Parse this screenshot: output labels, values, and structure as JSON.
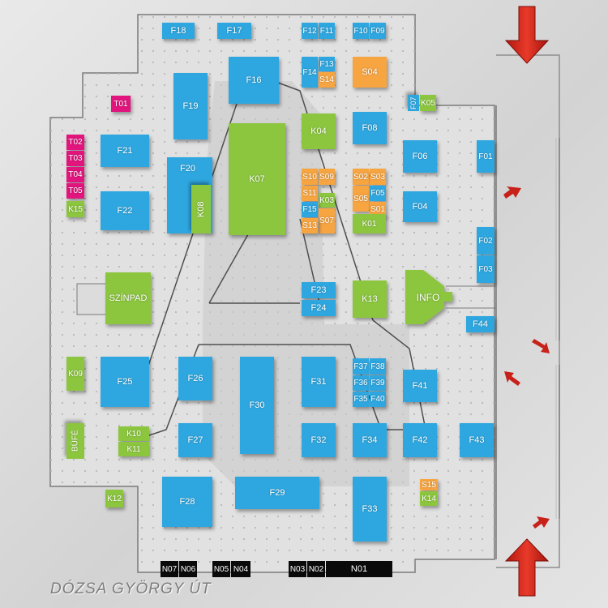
{
  "colors": {
    "stand": "#2ea7e0",
    "green": "#8cc63f",
    "orange": "#f7a541",
    "pink": "#e2147d",
    "black": "#0a0a0a",
    "arrow": "#d9261c"
  },
  "street": "DÓZSA GYÖRGY ÚT",
  "stands": [
    {
      "id": "F18",
      "type": "F",
      "label": "F18"
    },
    {
      "id": "F17",
      "type": "F",
      "label": "F17"
    },
    {
      "id": "F12",
      "type": "F",
      "label": "F12"
    },
    {
      "id": "F11",
      "type": "F",
      "label": "F11"
    },
    {
      "id": "F10",
      "type": "F",
      "label": "F10"
    },
    {
      "id": "F09",
      "type": "F",
      "label": "F09"
    },
    {
      "id": "F16",
      "type": "F",
      "label": "F16"
    },
    {
      "id": "F14",
      "type": "F",
      "label": "F14"
    },
    {
      "id": "F13",
      "type": "F",
      "label": "F13"
    },
    {
      "id": "S14",
      "type": "S",
      "label": "S14"
    },
    {
      "id": "S04",
      "type": "S",
      "label": "S04"
    },
    {
      "id": "T01",
      "type": "T",
      "label": "T01"
    },
    {
      "id": "F19",
      "type": "F",
      "label": "F19"
    },
    {
      "id": "F07",
      "type": "F",
      "label": "F07"
    },
    {
      "id": "K05",
      "type": "K",
      "label": "K05"
    },
    {
      "id": "K04",
      "type": "K",
      "label": "K04"
    },
    {
      "id": "F08",
      "type": "F",
      "label": "F08"
    },
    {
      "id": "T02",
      "type": "T",
      "label": "T02"
    },
    {
      "id": "T03",
      "type": "T",
      "label": "T03"
    },
    {
      "id": "T04",
      "type": "T",
      "label": "T04"
    },
    {
      "id": "T05",
      "type": "T",
      "label": "T05"
    },
    {
      "id": "K15",
      "type": "K",
      "label": "K15"
    },
    {
      "id": "F21",
      "type": "F",
      "label": "F21"
    },
    {
      "id": "F20",
      "type": "F",
      "label": "F20"
    },
    {
      "id": "K08",
      "type": "K",
      "label": "K08"
    },
    {
      "id": "K07",
      "type": "K",
      "label": "K07"
    },
    {
      "id": "S10",
      "type": "S",
      "label": "S10"
    },
    {
      "id": "S09",
      "type": "S",
      "label": "S09"
    },
    {
      "id": "S11",
      "type": "S",
      "label": "S11"
    },
    {
      "id": "K03",
      "type": "K",
      "label": "K03"
    },
    {
      "id": "F15",
      "type": "F",
      "label": "F15"
    },
    {
      "id": "S07",
      "type": "S",
      "label": "S07"
    },
    {
      "id": "S13",
      "type": "S",
      "label": "S13"
    },
    {
      "id": "S02",
      "type": "S",
      "label": "S02"
    },
    {
      "id": "S03",
      "type": "S",
      "label": "S03"
    },
    {
      "id": "S05",
      "type": "S",
      "label": "S05"
    },
    {
      "id": "F05",
      "type": "F",
      "label": "F05"
    },
    {
      "id": "S01",
      "type": "S",
      "label": "S01"
    },
    {
      "id": "K01",
      "type": "K",
      "label": "K01"
    },
    {
      "id": "F06",
      "type": "F",
      "label": "F06"
    },
    {
      "id": "F01",
      "type": "F",
      "label": "F01"
    },
    {
      "id": "F04",
      "type": "F",
      "label": "F04"
    },
    {
      "id": "F22",
      "type": "F",
      "label": "F22"
    },
    {
      "id": "F02",
      "type": "F",
      "label": "F02"
    },
    {
      "id": "F03",
      "type": "F",
      "label": "F03"
    },
    {
      "id": "SZINPAD",
      "type": "K",
      "label": "SZÍNPAD"
    },
    {
      "id": "F23",
      "type": "F",
      "label": "F23"
    },
    {
      "id": "F24",
      "type": "F",
      "label": "F24"
    },
    {
      "id": "K13",
      "type": "K",
      "label": "K13"
    },
    {
      "id": "F44",
      "type": "F",
      "label": "F44"
    },
    {
      "id": "K09",
      "type": "K",
      "label": "K09"
    },
    {
      "id": "F25",
      "type": "F",
      "label": "F25"
    },
    {
      "id": "F26",
      "type": "F",
      "label": "F26"
    },
    {
      "id": "F30",
      "type": "F",
      "label": "F30"
    },
    {
      "id": "F31",
      "type": "F",
      "label": "F31"
    },
    {
      "id": "F37",
      "type": "F",
      "label": "F37"
    },
    {
      "id": "F38",
      "type": "F",
      "label": "F38"
    },
    {
      "id": "F36",
      "type": "F",
      "label": "F36"
    },
    {
      "id": "F39",
      "type": "F",
      "label": "F39"
    },
    {
      "id": "F35",
      "type": "F",
      "label": "F35"
    },
    {
      "id": "F40",
      "type": "F",
      "label": "F40"
    },
    {
      "id": "F41",
      "type": "F",
      "label": "F41"
    },
    {
      "id": "BUFE",
      "type": "K",
      "label": "BÜFÉ"
    },
    {
      "id": "K10",
      "type": "K",
      "label": "K10"
    },
    {
      "id": "K11",
      "type": "K",
      "label": "K11"
    },
    {
      "id": "F27",
      "type": "F",
      "label": "F27"
    },
    {
      "id": "F32",
      "type": "F",
      "label": "F32"
    },
    {
      "id": "F34",
      "type": "F",
      "label": "F34"
    },
    {
      "id": "F42",
      "type": "F",
      "label": "F42"
    },
    {
      "id": "F43",
      "type": "F",
      "label": "F43"
    },
    {
      "id": "K12",
      "type": "K",
      "label": "K12"
    },
    {
      "id": "F28",
      "type": "F",
      "label": "F28"
    },
    {
      "id": "F29",
      "type": "F",
      "label": "F29"
    },
    {
      "id": "F33",
      "type": "F",
      "label": "F33"
    },
    {
      "id": "S15",
      "type": "S",
      "label": "S15"
    },
    {
      "id": "K14",
      "type": "K",
      "label": "K14"
    },
    {
      "id": "N07",
      "type": "N",
      "label": "N07"
    },
    {
      "id": "N06",
      "type": "N",
      "label": "N06"
    },
    {
      "id": "N05",
      "type": "N",
      "label": "N05"
    },
    {
      "id": "N04",
      "type": "N",
      "label": "N04"
    },
    {
      "id": "N03",
      "type": "N",
      "label": "N03"
    },
    {
      "id": "N02",
      "type": "N",
      "label": "N02"
    },
    {
      "id": "N01",
      "type": "N",
      "label": "N01"
    }
  ],
  "info": {
    "label": "INFO"
  }
}
